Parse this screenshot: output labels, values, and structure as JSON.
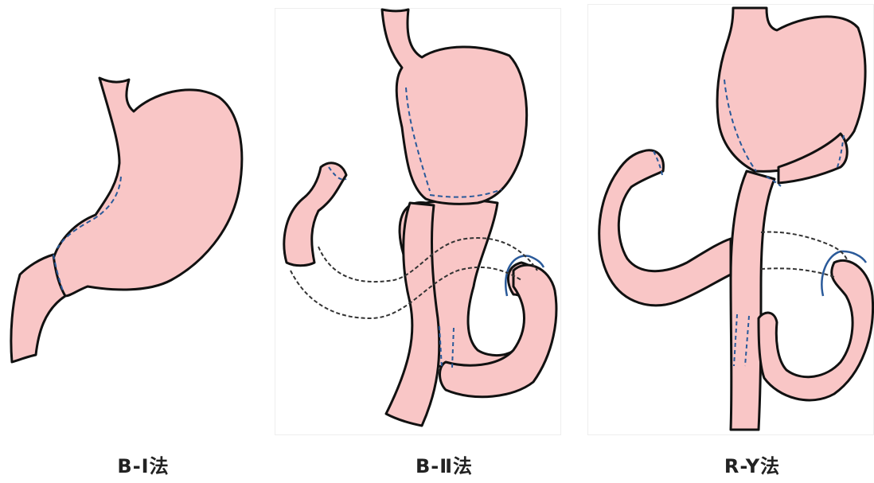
{
  "diagrams": [
    {
      "caption": "B-Ⅰ法"
    },
    {
      "caption": "B-Ⅱ法"
    },
    {
      "caption": "R-Y法"
    }
  ],
  "colors": {
    "tissue_fill": "#f9c6c6",
    "outline": "#111111",
    "suture_line": "#2a5a9a",
    "vessel_line": "#333333"
  }
}
